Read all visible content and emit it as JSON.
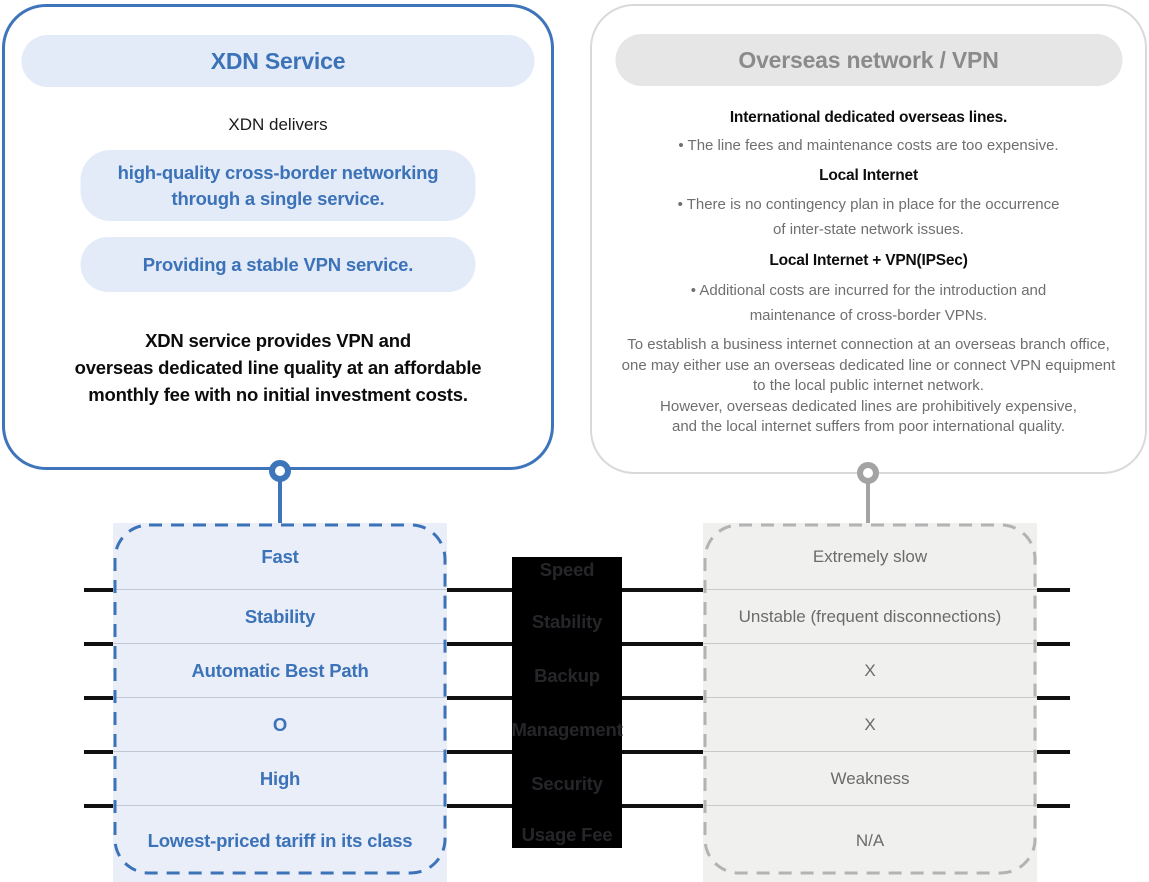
{
  "xdn_card": {
    "title": "XDN Service",
    "intro": "XDN delivers",
    "highlight1_lines": [
      "high-quality cross-border networking",
      "through a single service."
    ],
    "highlight2": "Providing a stable VPN service.",
    "summary_lines": [
      "XDN service provides VPN and",
      "overseas dedicated line quality at an affordable",
      "monthly fee with no initial investment costs."
    ]
  },
  "overseas_card": {
    "title": "Overseas network / VPN",
    "sections": [
      {
        "heading": "International dedicated overseas lines.",
        "lines": [
          "• The line fees and maintenance costs are too expensive."
        ]
      },
      {
        "heading": "Local Internet",
        "lines": [
          "• There is no contingency plan in place for the occurrence",
          "of inter-state network issues."
        ]
      },
      {
        "heading": "Local Internet + VPN(IPSec)",
        "lines": [
          "• Additional costs are incurred for the introduction and",
          "maintenance of cross-border VPNs."
        ]
      }
    ],
    "note_lines": [
      "To establish a business internet connection at an overseas branch office,",
      "one may either use an overseas dedicated line or connect VPN equipment",
      "to the local public internet network.",
      "However, overseas dedicated lines are prohibitively expensive,",
      "and the local internet suffers from poor international quality."
    ]
  },
  "comparison": {
    "criteria": [
      "Speed",
      "Stability",
      "Backup",
      "Management",
      "Security",
      "Usage Fee"
    ],
    "xdn": [
      "Fast",
      "Stability",
      "Automatic Best Path",
      "O",
      "High",
      "Lowest-priced tariff in its class"
    ],
    "overseas": [
      "Extremely slow",
      "Unstable (frequent disconnections)",
      "X",
      "X",
      "Weakness",
      "N/A"
    ]
  },
  "colors": {
    "accent_blue": "#3b72b8",
    "light_blue_pill": "#e4ebf8",
    "table_blue_bg": "#e9eef9",
    "title_gray": "#8b8b8b",
    "light_gray_pill": "#e6e6e6",
    "table_gray_bg": "#f0f0ef",
    "body_gray_text": "#6f6f6f",
    "criteria_box": "#000000",
    "row_line_black": "#101010",
    "dashed_gray": "#b3b3b3"
  }
}
